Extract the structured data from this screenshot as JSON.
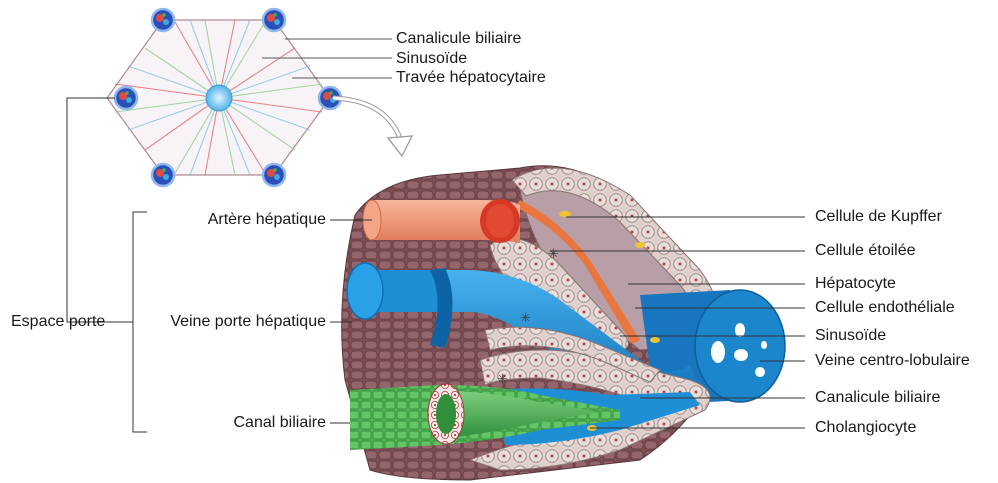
{
  "lobule_labels": {
    "canalicule": "Canalicule biliaire",
    "sinusoide": "Sinusoïde",
    "travee": "Travée hépatocytaire"
  },
  "left_labels": {
    "artere": "Artère hépatique",
    "veine_porte": "Veine porte hépatique",
    "canal_biliaire": "Canal biliaire",
    "espace_porte": "Espace porte"
  },
  "right_labels": {
    "kupffer": "Cellule de Kupffer",
    "etoilee": "Cellule étoilée",
    "hepatocyte": "Hépatocyte",
    "endotheliale": "Cellule endothéliale",
    "sinusoide": "Sinusoïde",
    "veine_centro": "Veine centro-lobulaire",
    "canalicule": "Canalicule biliaire",
    "cholangiocyte": "Cholangiocyte"
  },
  "colors": {
    "artery": "#e8593a",
    "artery_light": "#f2a184",
    "portal_vein": "#1e90d6",
    "central_vein": "#1c86cc",
    "bile_duct": "#3fae4a",
    "hepatocyte_plate": "#d9c9c6",
    "tissue_brown": "#8a5a5e",
    "sinusoid_interior": "#b9a3aa",
    "kupffer_yellow": "#f1c232"
  }
}
